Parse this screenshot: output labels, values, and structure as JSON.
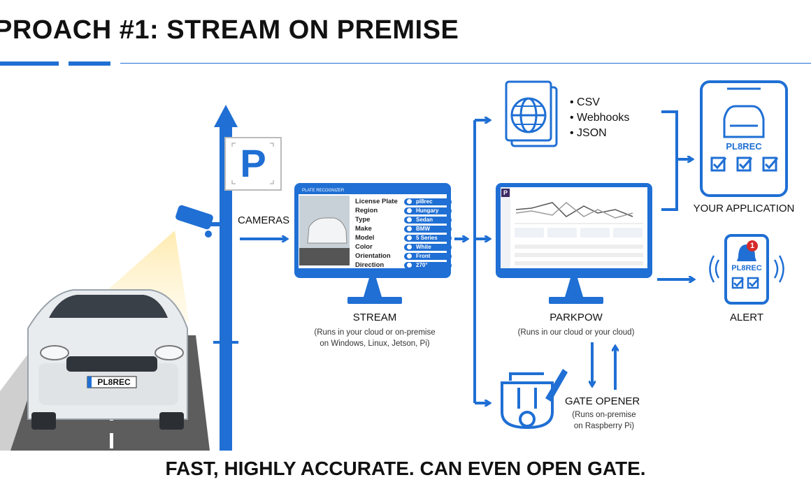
{
  "title": "PROACH #1: STREAM ON PREMISE",
  "footer": "FAST, HIGHLY ACCURATE. CAN EVEN OPEN GATE.",
  "colors": {
    "brand_blue": "#1f6fd4",
    "dark_blue": "#1557b8",
    "light_bg": "#ffffff"
  },
  "sign": {
    "letter": "P"
  },
  "cameras": {
    "label": "CAMERAS"
  },
  "car": {
    "plate": "PL8REC"
  },
  "stream": {
    "screen_header": "PLATE RECOGNIZER",
    "fields": [
      {
        "key": "License Plate",
        "value": "pl8rec"
      },
      {
        "key": "Region",
        "value": "Hungary"
      },
      {
        "key": "Type",
        "value": "Sedan"
      },
      {
        "key": "Make",
        "value": "BMW"
      },
      {
        "key": "Model",
        "value": "5 Series"
      },
      {
        "key": "Color",
        "value": "White"
      },
      {
        "key": "Orientation",
        "value": "Front"
      },
      {
        "key": "Direction",
        "value": "270°"
      }
    ],
    "label": "STREAM",
    "sub1": "(Runs in your cloud or on-premise",
    "sub2": "on Windows, Linux, Jetson, Pi)"
  },
  "parkpow": {
    "label": "PARKPOW",
    "sub": "(Runs in our cloud or your cloud)",
    "logo": "P"
  },
  "outputs": {
    "items": [
      "CSV",
      "Webhooks",
      "JSON"
    ]
  },
  "your_app": {
    "brand": "PL8REC",
    "label": "YOUR APPLICATION"
  },
  "alert": {
    "brand": "PL8REC",
    "badge": "1",
    "label": "ALERT"
  },
  "gate": {
    "label": "GATE OPENER",
    "sub1": "(Runs on-premise",
    "sub2": "on Raspberry Pi)"
  },
  "icons": [
    "camera-icon",
    "globe-document-icon",
    "phone-car-icon",
    "bell-icon",
    "gate-gear-icon",
    "parking-sign-icon"
  ]
}
